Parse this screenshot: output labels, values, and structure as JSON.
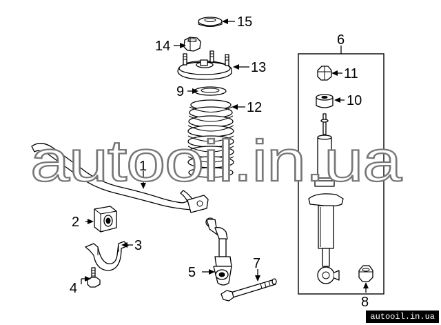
{
  "diagram": {
    "callouts": [
      {
        "id": "15",
        "label": "15"
      },
      {
        "id": "14",
        "label": "14"
      },
      {
        "id": "13",
        "label": "13"
      },
      {
        "id": "9",
        "label": "9"
      },
      {
        "id": "12",
        "label": "12"
      },
      {
        "id": "6",
        "label": "6"
      },
      {
        "id": "11",
        "label": "11"
      },
      {
        "id": "10",
        "label": "10"
      },
      {
        "id": "1",
        "label": "1"
      },
      {
        "id": "2",
        "label": "2"
      },
      {
        "id": "3",
        "label": "3"
      },
      {
        "id": "4",
        "label": "4"
      },
      {
        "id": "5",
        "label": "5"
      },
      {
        "id": "7",
        "label": "7"
      },
      {
        "id": "8",
        "label": "8"
      }
    ]
  },
  "watermark": {
    "text": "autooil.in.ua"
  },
  "footer": {
    "text": "autooil.in.ua"
  }
}
